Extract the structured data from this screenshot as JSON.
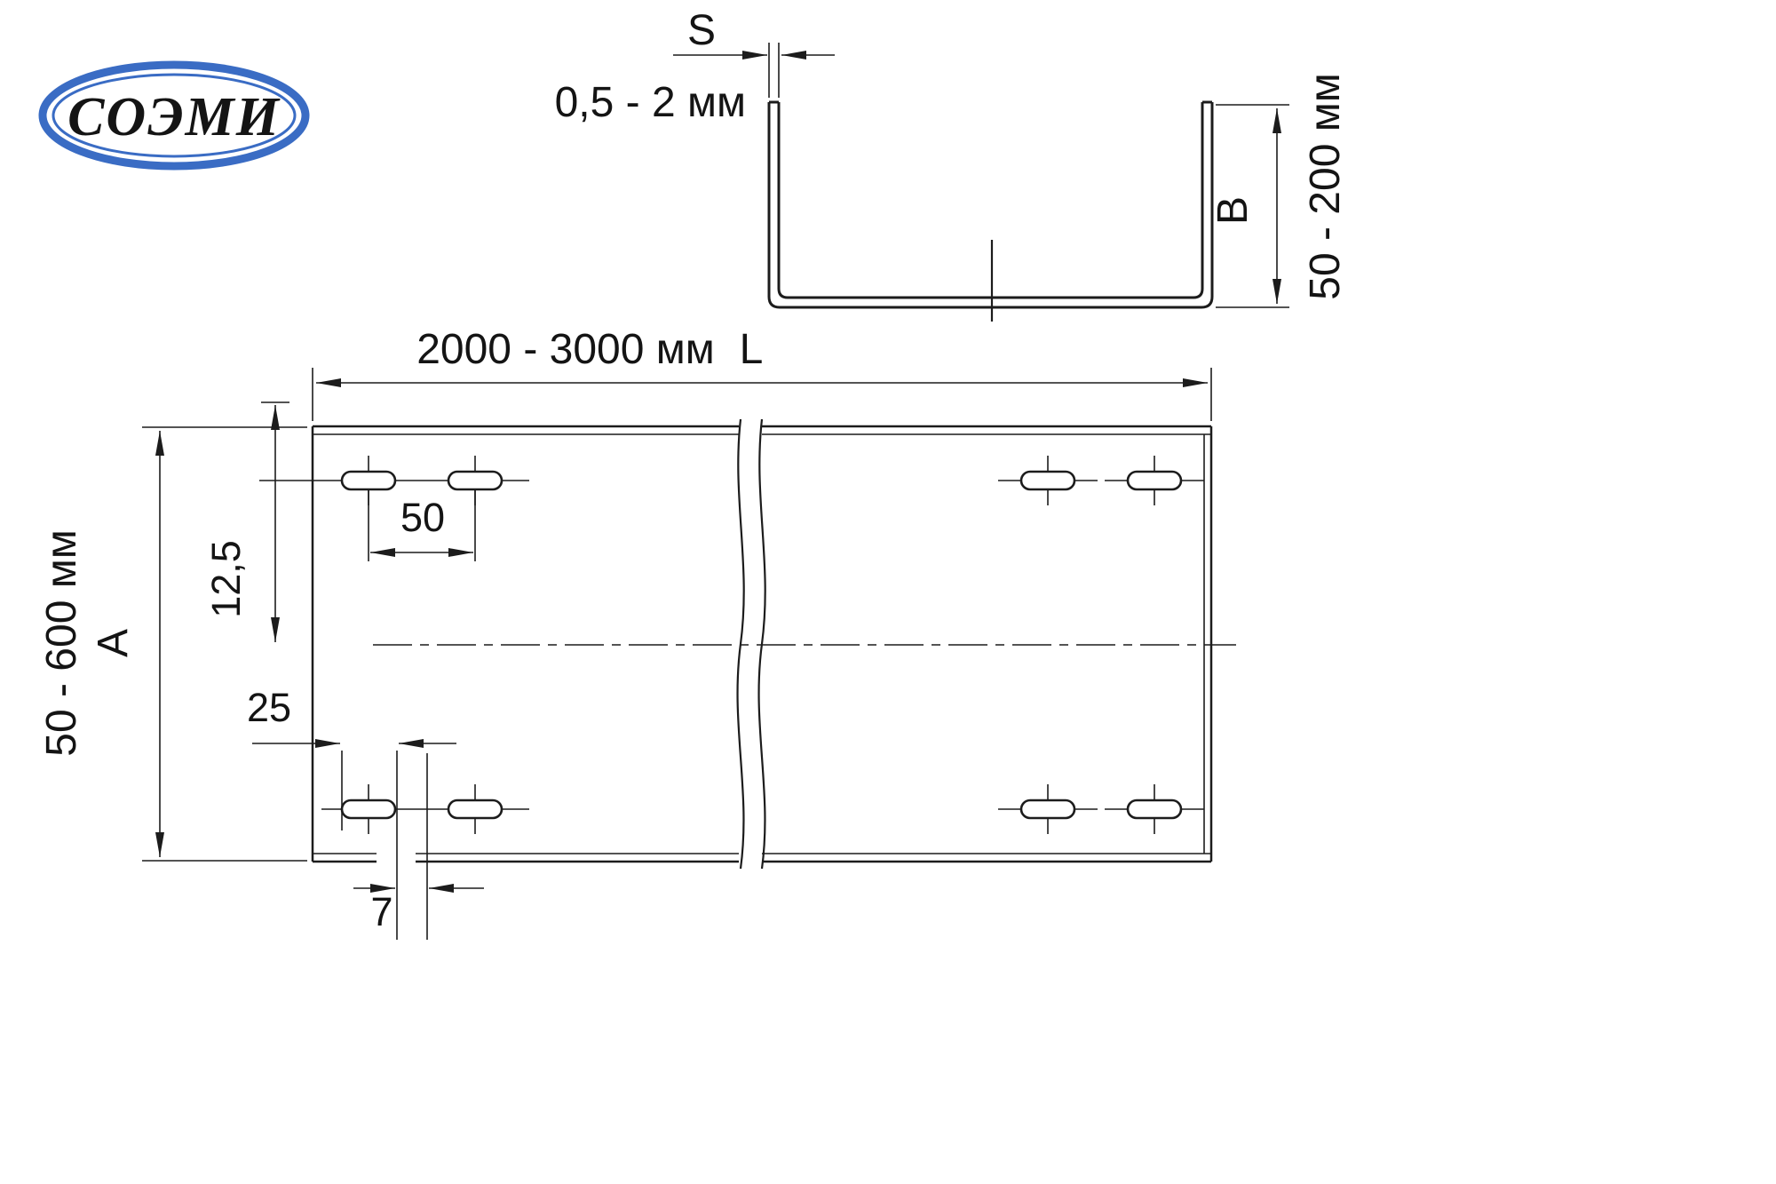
{
  "logo": {
    "text": "СОЭМИ",
    "color": "#3a6cc4"
  },
  "colors": {
    "line": "#1c1c1c",
    "background": "#ffffff"
  },
  "cross_section": {
    "thickness_label": "S",
    "thickness_value": "0,5 - 2 мм",
    "height_label": "B",
    "height_value": "50 - 200 мм"
  },
  "plan": {
    "length_value": "2000 - 3000 мм",
    "length_label": "L",
    "width_value": "50 - 600 мм",
    "width_label": "A",
    "dims": {
      "hole_spacing": "50",
      "row_offset": "12,5",
      "edge_offset": "25",
      "slot_width": "7"
    }
  }
}
